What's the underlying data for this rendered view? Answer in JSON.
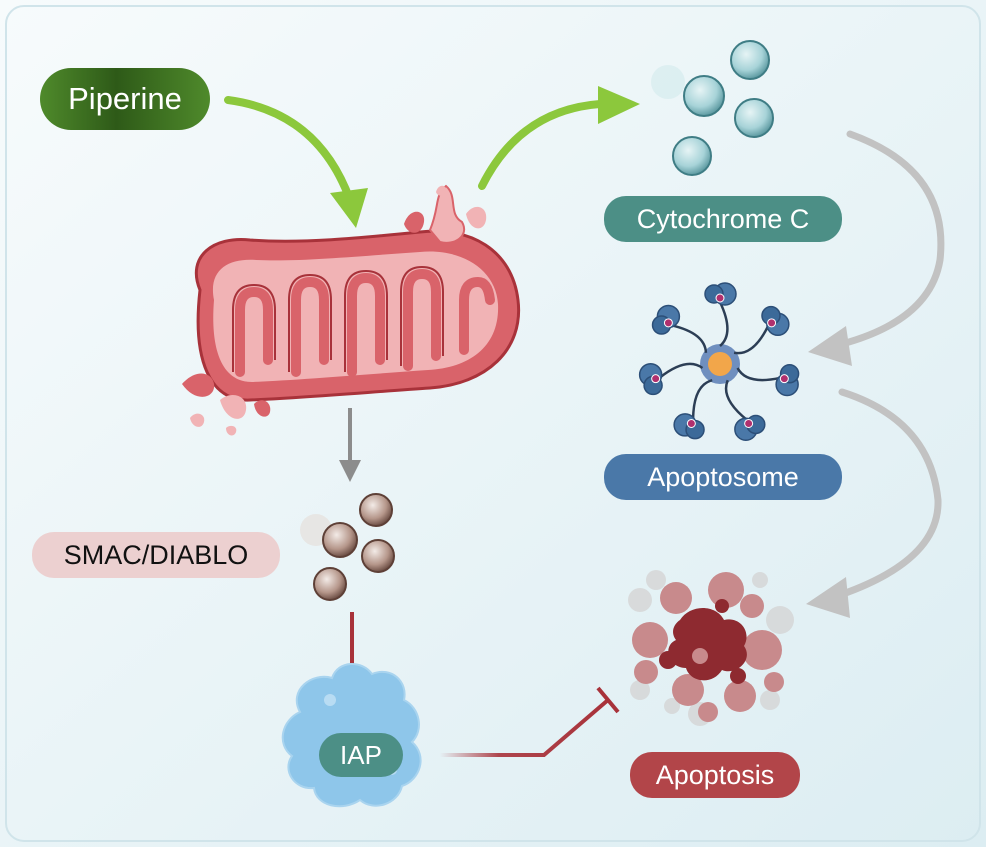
{
  "labels": {
    "piperine": "Piperine",
    "cytochrome_c": "Cytochrome C",
    "apoptosome": "Apoptosome",
    "smac_diablo": "SMAC/DIABLO",
    "iap": "IAP",
    "apoptosis": "Apoptosis"
  },
  "colors": {
    "background": "#e6f2f5",
    "activation_arrow": "#8cc83c",
    "flow_arrow": "#c2c2c2",
    "release_arrow": "#8c8c8c",
    "inhibition": "#a8323a",
    "mitochondrion": "#d9636a",
    "cytochrome": "#6fb0b6",
    "smac_particles": "#8a6a5e",
    "apoptosome": "#3c6a99",
    "iap": "#8ec6ea"
  },
  "icons": [
    "mitochondrion-icon",
    "cytochrome-c-particles-icon",
    "apoptosome-icon",
    "smac-particles-icon",
    "iap-protein-icon",
    "apoptotic-cell-icon"
  ]
}
